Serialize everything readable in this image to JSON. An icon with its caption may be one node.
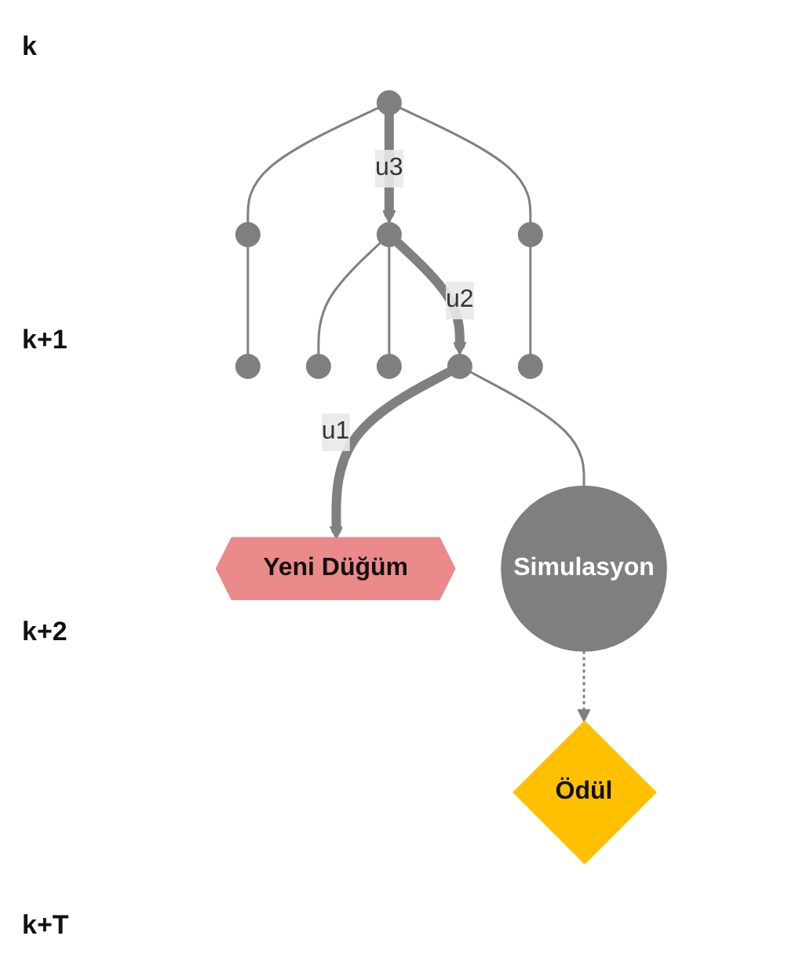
{
  "diagram": {
    "nodes": [
      {
        "text": [],
        "shape": "circle"
      },
      {
        "text": [],
        "shape": "circle"
      },
      {
        "text": [],
        "shape": "circle"
      },
      {
        "text": [],
        "shape": "circle"
      },
      {
        "text": [],
        "shape": "circle"
      },
      {
        "text": [],
        "shape": "circle"
      },
      {
        "text": [],
        "shape": "circle"
      },
      {
        "text": [],
        "shape": "circle"
      },
      {
        "text": [],
        "shape": "circle"
      },
      {
        "text": [
          "Yeni Düğüm"
        ]
      },
      {
        "text": [
          "Simulasyon"
        ]
      },
      {
        "text": [
          "Ödül"
        ]
      }
    ],
    "edges": [
      {
        "from": 0,
        "to": 1,
        "arrow": "none"
      },
      {
        "from": 0,
        "to": 2,
        "arrow": "to",
        "label": "u3",
        "style": "thick"
      },
      {
        "from": 0,
        "to": 3,
        "arrow": "none"
      },
      {
        "from": 1,
        "to": 4,
        "arrow": "none"
      },
      {
        "from": 2,
        "to": 5,
        "arrow": "none"
      },
      {
        "from": 2,
        "to": 6,
        "arrow": "none"
      },
      {
        "from": 2,
        "to": 7,
        "arrow": "to",
        "label": "u2",
        "style": "thick"
      },
      {
        "from": 3,
        "to": 8,
        "arrow": "none"
      },
      {
        "from": 7,
        "to": 9,
        "arrow": "to",
        "label": "u1",
        "style": "thick"
      },
      {
        "from": 7,
        "to": 10,
        "arrow": "none"
      },
      {
        "from": 10,
        "to": 11,
        "arrow": "to",
        "style": "dashed"
      }
    ],
    "labels": [
      "k",
      "k+1",
      "k+2",
      "k+T"
    ]
  }
}
